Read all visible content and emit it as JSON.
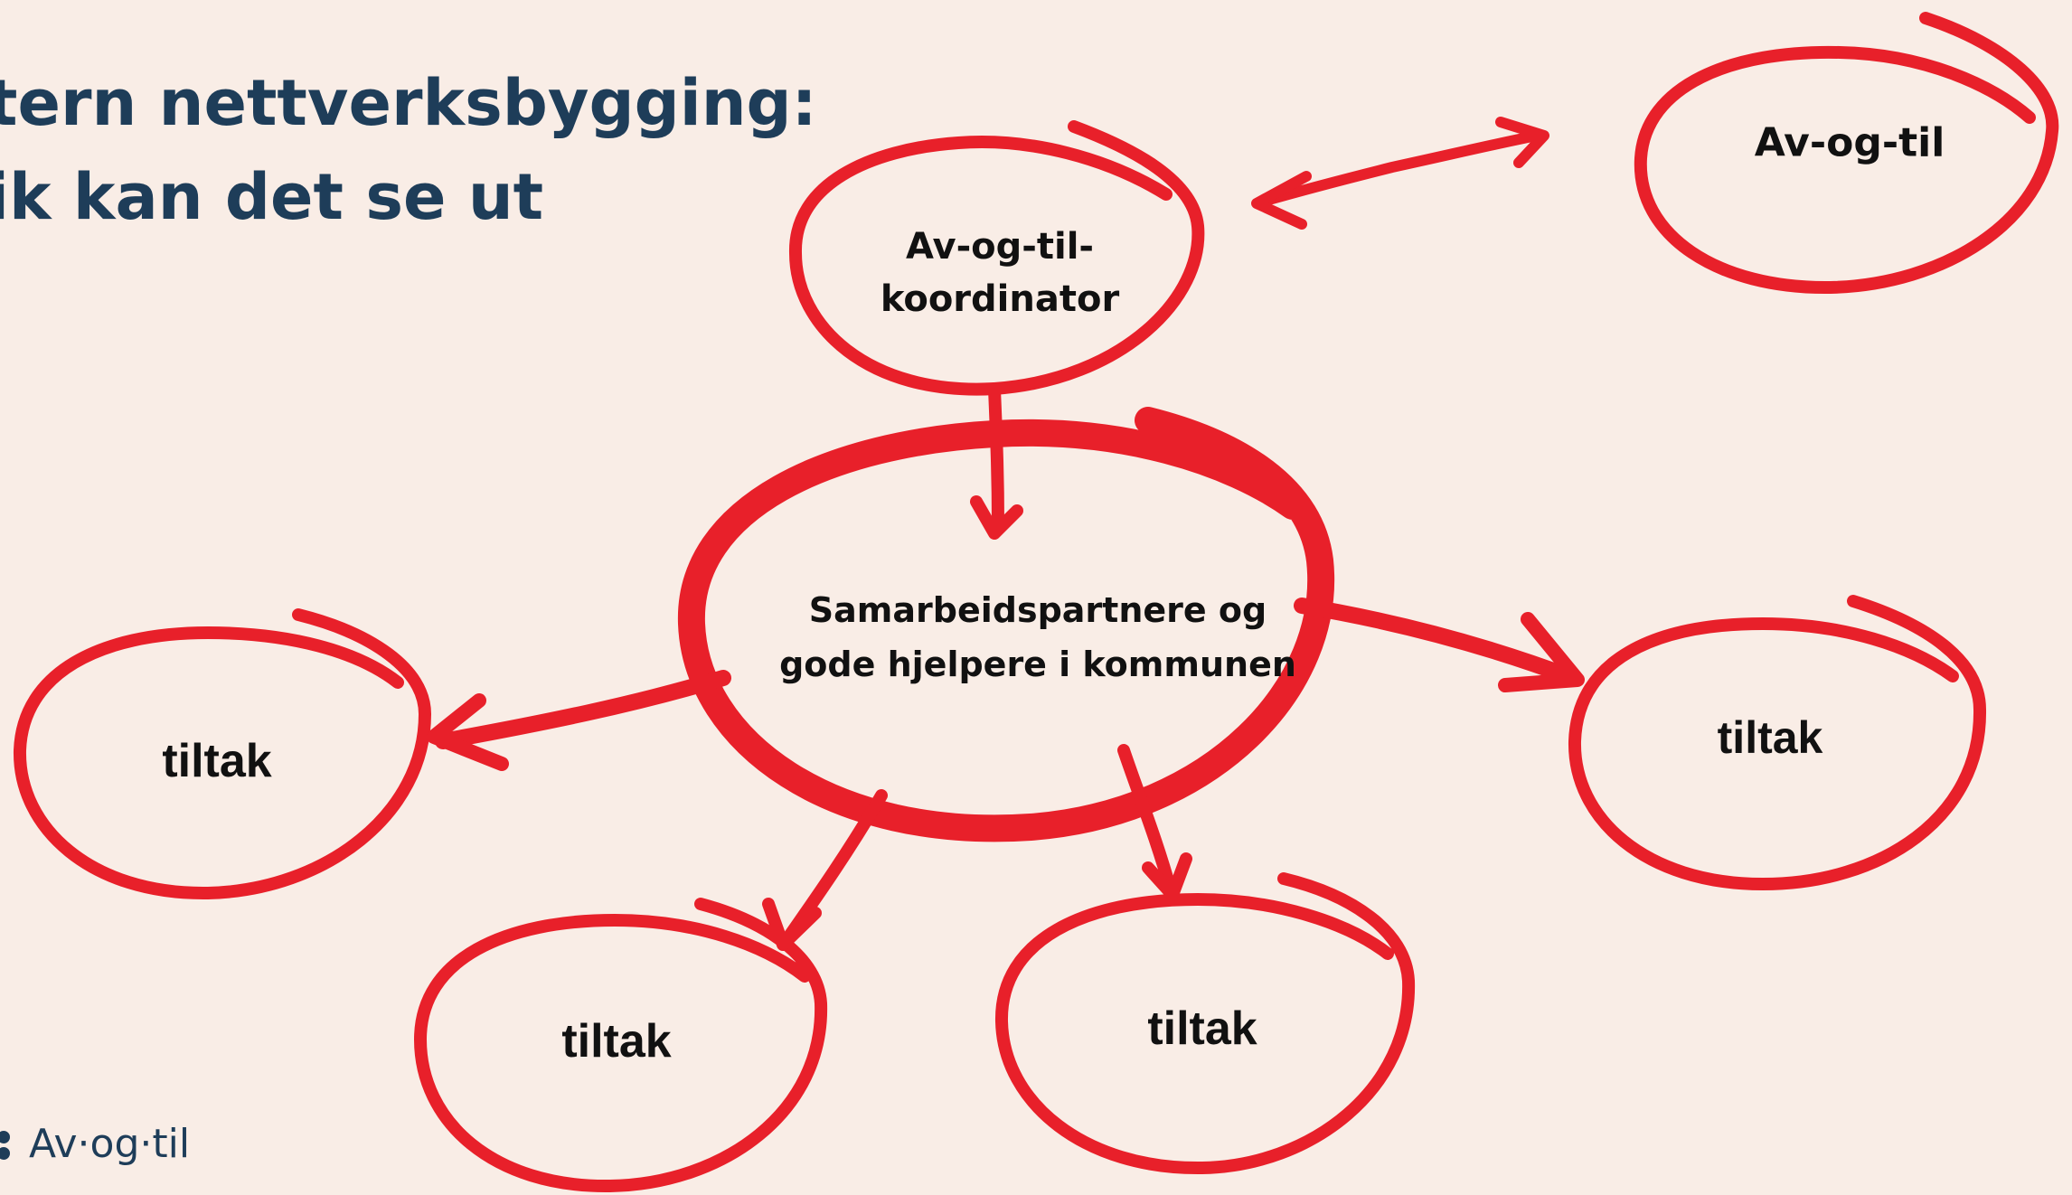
{
  "title": {
    "line1": "tern nettverksbygging:",
    "line2": "ik kan det se ut"
  },
  "nodes": {
    "coordinator": {
      "line1": "Av-og-til-",
      "line2": "koordinator"
    },
    "av_og_til": "Av-og-til",
    "partners": {
      "line1": "Samarbeidspartnere og",
      "line2": "gode hjelpere i kommunen"
    },
    "tiltak_left": "tiltak",
    "tiltak_right": "tiltak",
    "tiltak_bottom_left": "tiltak",
    "tiltak_bottom_right": "tiltak"
  },
  "logo": {
    "text": "Av·og·til"
  },
  "colors": {
    "background": "#f9ede6",
    "stroke": "#e8202a",
    "title": "#1e3d59"
  }
}
